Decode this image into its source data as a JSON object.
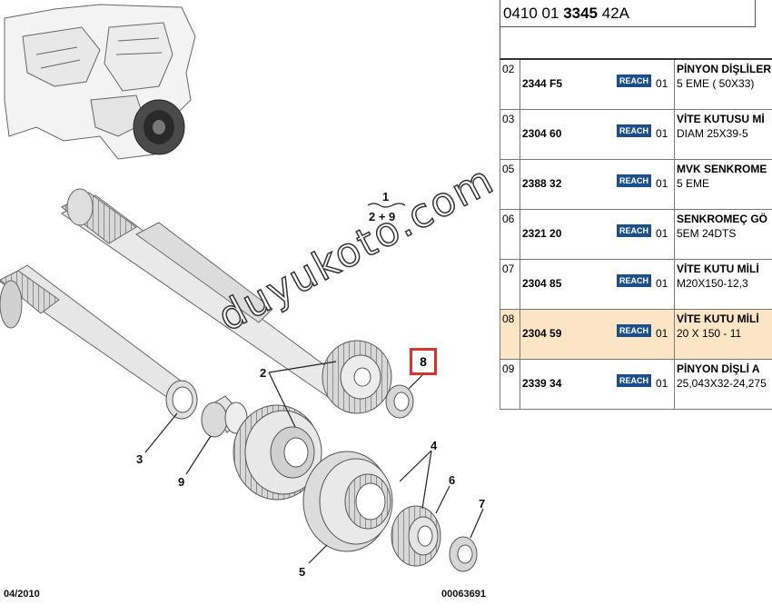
{
  "header": {
    "ref_prefix": "0410 01 ",
    "ref_main": "3345",
    "ref_suffix": " 42A"
  },
  "diagram": {
    "group_number": "1",
    "group_components": "2 + 9",
    "date_code": "04/2010",
    "drawing_id": "00063691",
    "watermark": "duyukoto.com",
    "callouts": [
      "2",
      "3",
      "9",
      "4",
      "6",
      "5",
      "7"
    ],
    "selected_callout": "8"
  },
  "reach_badge": "REACH",
  "parts": [
    {
      "pos": "02",
      "ref": "2344 F5",
      "qty": "01",
      "name": "PİNYON DİŞLİLER",
      "spec": "5 EME ( 50X33)"
    },
    {
      "pos": "03",
      "ref": "2304 60",
      "qty": "01",
      "name": "VİTE KUTUSU Mİ",
      "spec": "DIAM 25X39-5"
    },
    {
      "pos": "05",
      "ref": "2388 32",
      "qty": "01",
      "name": "MVK SENKROME",
      "spec": "5 EME"
    },
    {
      "pos": "06",
      "ref": "2321 20",
      "qty": "01",
      "name": "SENKROMEÇ GÖ",
      "spec": "5EM 24DTS"
    },
    {
      "pos": "07",
      "ref": "2304 85",
      "qty": "01",
      "name": "VİTE KUTU MİLİ",
      "spec": "M20X150-12,3"
    },
    {
      "pos": "08",
      "ref": "2304 59",
      "qty": "01",
      "name": "VİTE KUTU MİLİ",
      "spec": "20 X 150 - 11",
      "selected": true
    },
    {
      "pos": "09",
      "ref": "2339 34",
      "qty": "01",
      "name": "PİNYON DİŞLİ A",
      "spec": "25,043X32-24,275"
    }
  ]
}
